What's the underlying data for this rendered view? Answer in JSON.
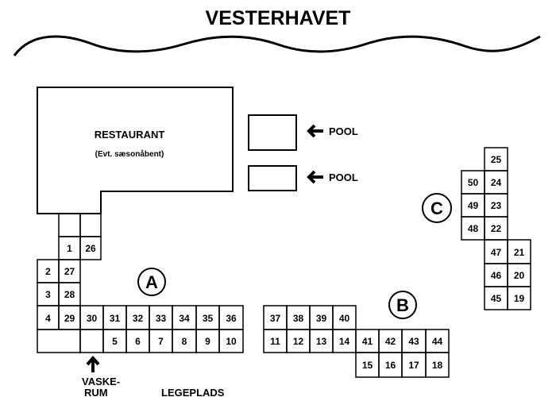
{
  "title": "VESTERHAVET",
  "restaurant": {
    "name": "RESTAURANT",
    "note": "(Evt. sæsonåbent)"
  },
  "pool_label": "POOL",
  "sections": {
    "a": "A",
    "b": "B",
    "c": "C"
  },
  "vaskerum_line1": "VASKE-",
  "vaskerum_line2": "RUM",
  "legeplads": "LEGEPLADS",
  "units": [
    "1",
    "26",
    "2",
    "27",
    "3",
    "28",
    "4",
    "29",
    "30",
    "31",
    "32",
    "33",
    "34",
    "35",
    "36",
    "5",
    "6",
    "7",
    "8",
    "9",
    "10",
    "37",
    "38",
    "39",
    "40",
    "11",
    "12",
    "13",
    "14",
    "41",
    "42",
    "43",
    "44",
    "15",
    "16",
    "17",
    "18",
    "25",
    "50",
    "24",
    "49",
    "23",
    "48",
    "22",
    "47",
    "21",
    "46",
    "20",
    "45",
    "19"
  ],
  "colors": {
    "ink": "#000000",
    "paper": "#ffffff"
  }
}
